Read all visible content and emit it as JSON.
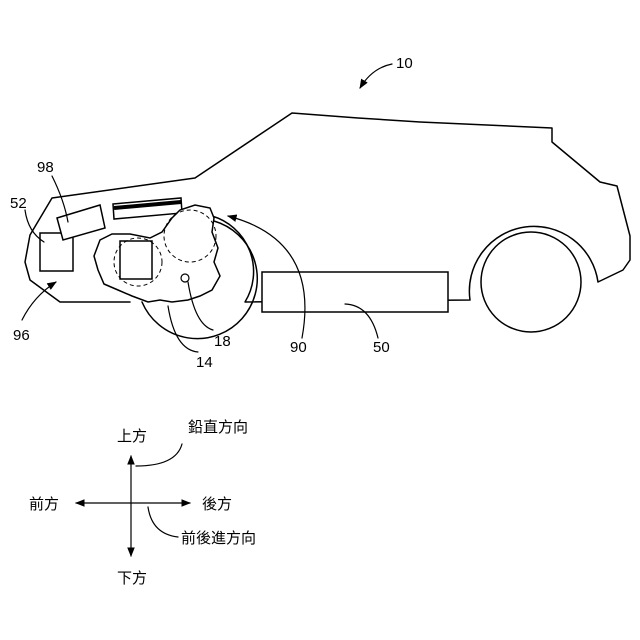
{
  "labels": {
    "vehicle": "10",
    "ref_98": "98",
    "ref_52": "52",
    "ref_96": "96",
    "ref_14": "14",
    "ref_18": "18",
    "ref_90": "90",
    "ref_50": "50"
  },
  "directions": {
    "up": "上方",
    "vertical": "鉛直方向",
    "front": "前方",
    "rear": "後方",
    "longitudinal": "前後進方向",
    "down": "下方"
  }
}
